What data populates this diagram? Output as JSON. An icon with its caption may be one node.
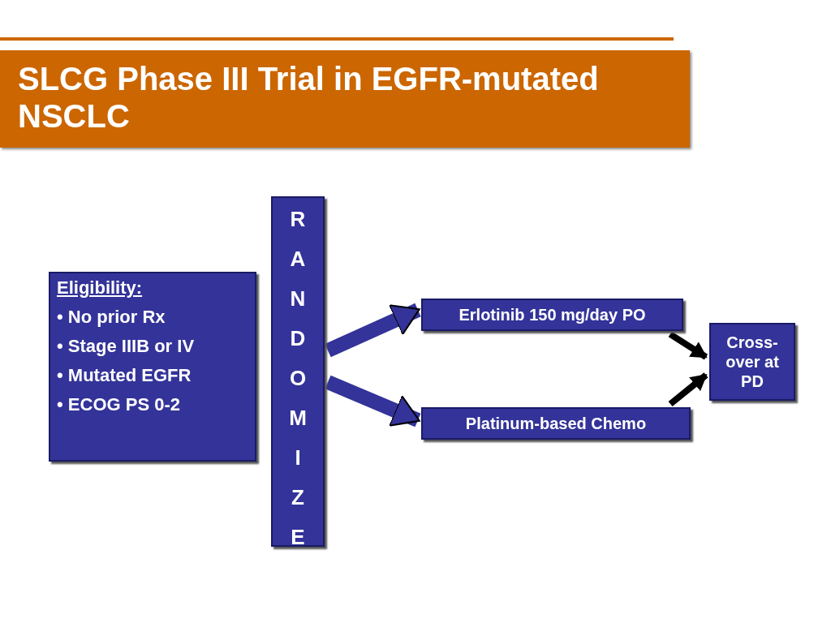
{
  "diagram": {
    "title": "SLCG Phase III Trial in EGFR-mutated NSCLC",
    "nodes": [
      {
        "text": [
          "Eligibility:",
          "• No prior Rx",
          "• Stage IIIB or IV",
          "• Mutated EGFR",
          "• ECOG PS 0-2"
        ]
      },
      {
        "text": [
          "RANDOMIZE"
        ]
      },
      {
        "text": [
          "Erlotinib 150 mg/day PO"
        ]
      },
      {
        "text": [
          "Platinum-based Chemo"
        ]
      },
      {
        "text": [
          "Cross-over at PD"
        ]
      }
    ],
    "edges": [
      {
        "from": 1,
        "to": 2,
        "arrow": "to",
        "style": "thick",
        "color": "#333399"
      },
      {
        "from": 1,
        "to": 3,
        "arrow": "to",
        "style": "thick",
        "color": "#333399"
      },
      {
        "from": 2,
        "to": 4,
        "arrow": "to",
        "color": "#000000"
      },
      {
        "from": 3,
        "to": 4,
        "arrow": "to",
        "color": "#000000"
      }
    ]
  }
}
